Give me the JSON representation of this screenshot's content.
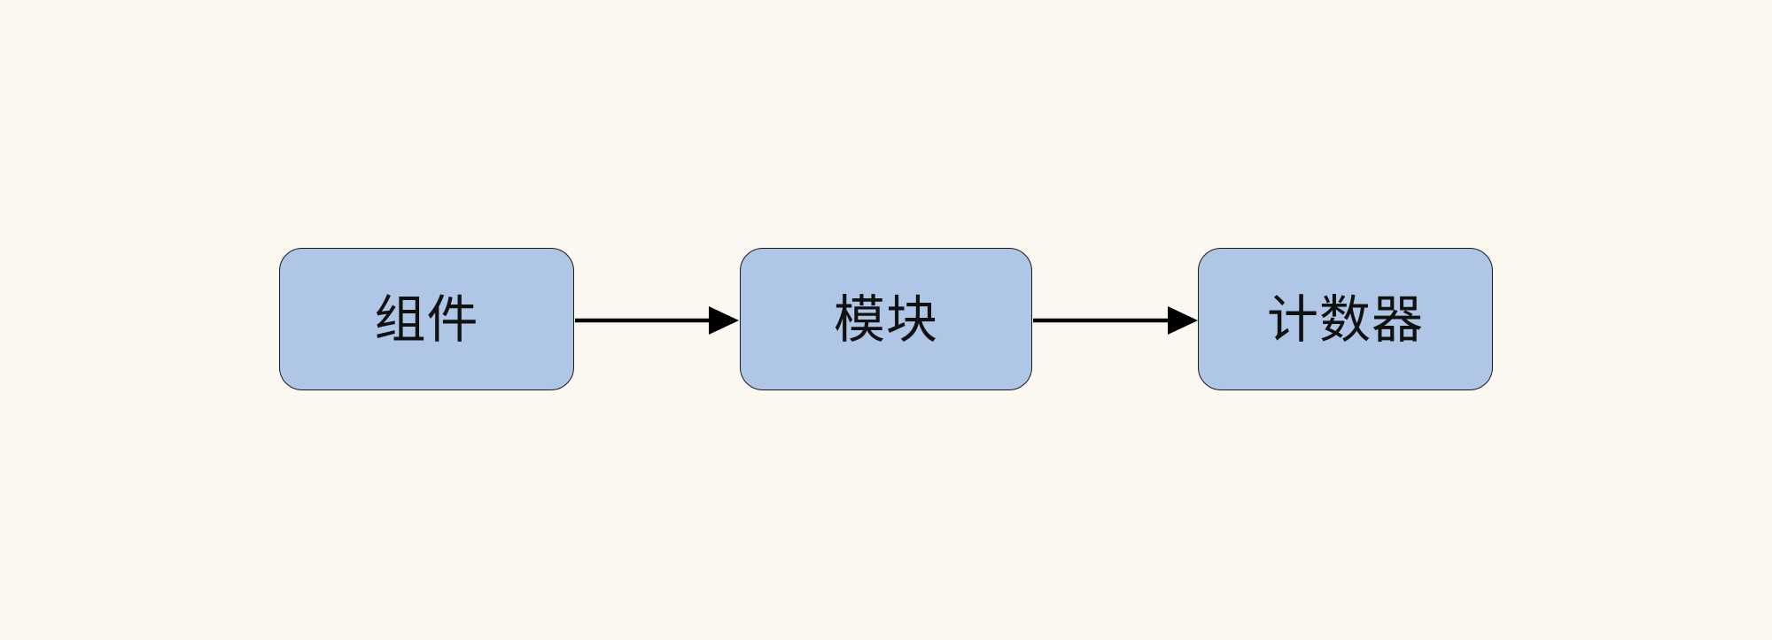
{
  "diagram": {
    "type": "flowchart",
    "direction": "left-to-right",
    "background_color": "#faf8f0",
    "node_fill_color": "#b0c6e6",
    "node_border_color": "#1a1a1a",
    "edge_color": "#000000",
    "nodes": [
      {
        "id": "n1",
        "label": "组件"
      },
      {
        "id": "n2",
        "label": "模块"
      },
      {
        "id": "n3",
        "label": "计数器"
      }
    ],
    "edges": [
      {
        "from": "n1",
        "to": "n2"
      },
      {
        "from": "n2",
        "to": "n3"
      }
    ]
  }
}
